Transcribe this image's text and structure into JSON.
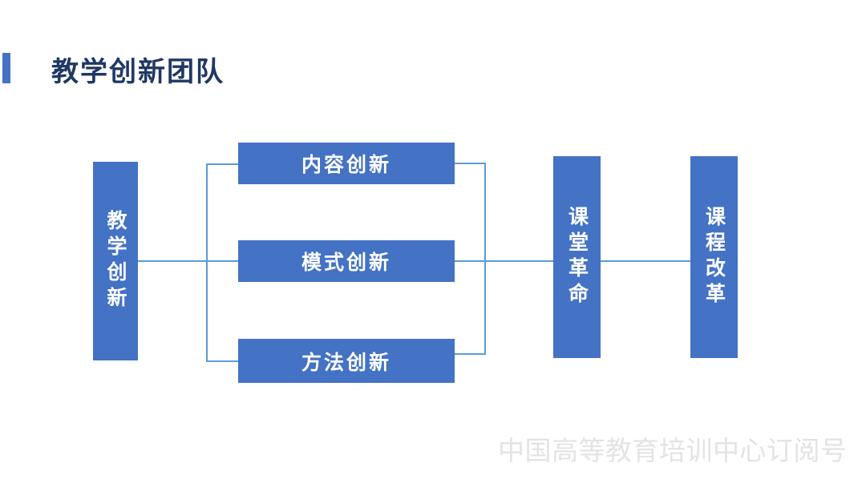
{
  "title": {
    "text": "教学创新团队"
  },
  "colors": {
    "background": "#FFFFFF",
    "accent_bar": "#4472C4",
    "title_text": "#1F3864",
    "box_fill": "#4472C4",
    "box_text": "#FFFFFF",
    "connector": "#5B9BD5",
    "watermark": "#E3E3E3"
  },
  "diagram": {
    "source": {
      "label": "教学创新"
    },
    "branches": [
      {
        "label": "内容创新"
      },
      {
        "label": "模式创新"
      },
      {
        "label": "方法创新"
      }
    ],
    "outcomes": [
      {
        "label": "课堂革命"
      },
      {
        "label": "课程改革"
      }
    ]
  },
  "watermark": {
    "text": "中国高等教育培训中心订阅号"
  }
}
